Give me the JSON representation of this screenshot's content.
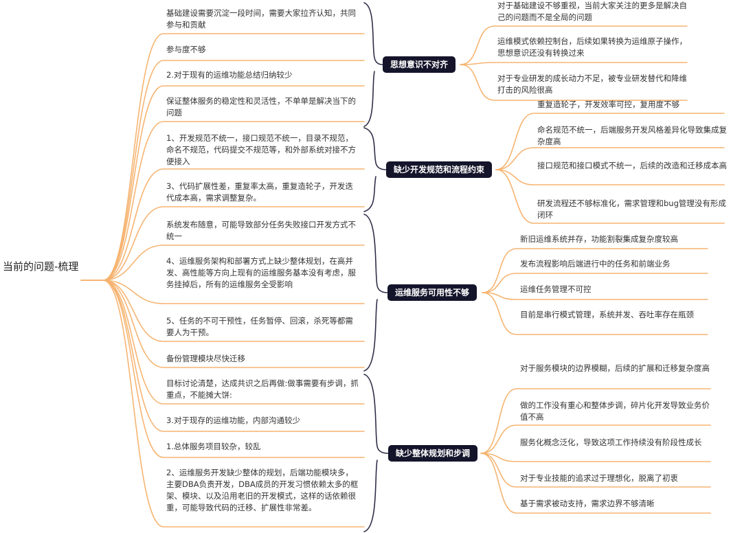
{
  "root": {
    "label": "当前的问题-梳理"
  },
  "colors": {
    "branch_line": "#f6b471",
    "bracket": "#2e2e48",
    "category_bg": "#14142b",
    "category_text": "#ffffff"
  },
  "categories": [
    {
      "label": "思想意识不对齐",
      "left_items": [
        "基础建设需要沉淀一段时间，需要大家拉齐认知，共同参与和贡献",
        "参与度不够",
        "2.对于现有的运维功能总结归纳较少",
        "保证整体服务的稳定性和灵活性，不单单是解决当下的问题"
      ],
      "right_items": [
        "对于基础建设不够重视，当前大家关注的更多是解决自己的问题而不是全局的问题",
        "运维模式依赖控制台，后续如果转换为运维原子操作，思想意识还没有转换过来",
        "对于专业研发的成长动力不足，被专业研发替代和降维打击的风险很高"
      ]
    },
    {
      "label": "缺少开发规范和流程约束",
      "left_items": [
        "1、开发规范不统一，接口规范不统一，目录不规范，命名不规范，代码提交不规范等，和外部系统对接不方便接入",
        "3、代码扩展性差，重复率太高，重复造轮子，开发迭代成本高，需求调整复杂。"
      ],
      "right_items": [
        "重复造轮子，开发效率可控，复用度不够",
        "命名规范不统一，后端服务开发风格差异化导致集成复杂度高",
        "接口规范和接口模式不统一，后续的改造和迁移成本高",
        "研发流程还不够标准化，需求管理和bug管理没有形成闭环"
      ]
    },
    {
      "label": "运维服务可用性不够",
      "left_items": [
        "系统发布随意，可能导致部分任务失败接口开发方式不统一",
        "4、运维服务架构和部署方式上缺少整体规划，在高并发、高性能等方向上现有的运维服务基本没有考虑，服务挂掉后，所有的运维服务全受影响",
        "5、任务的不可干预性，任务暂停、回滚，杀死等都需要人为干预。",
        "备份管理模块尽快迁移"
      ],
      "right_items": [
        "新旧运维系统并存，功能割裂集成复杂度较高",
        "发布流程影响后端进行中的任务和前端业务",
        "运维任务管理不可控",
        "目前是串行模式管理，系统并发、吞吐率存在瓶颈"
      ]
    },
    {
      "label": "缺少整体规划和步调",
      "left_items": [
        "目标讨论清楚，达成共识之后再做:做事需要有步调，抓重点，不能摊大饼:",
        "3.对于现存的运维功能，内部沟通较少",
        "1.总体服务项目较杂，较乱",
        "2、运维服务开发缺少整体的规划，后端功能模块多，主要DBA负责开发，DBA成员的开发习惯依赖太多的框架、模块、以及沿用老旧的开发模式，这样的话依赖很重，可能导致代码的迁移、扩展性非常差。"
      ],
      "right_items": [
        "对于服务模块的边界模糊，后续的扩展和迁移复杂度高",
        "做的工作没有重心和整体步调，碎片化开发导致业务价值不高",
        "服务化概念泛化，导致这项工作持续没有阶段性成长",
        "对于专业技能的追求过于理想化，脱离了初衷",
        "基于需求被动支持，需求边界不够清晰"
      ]
    }
  ]
}
